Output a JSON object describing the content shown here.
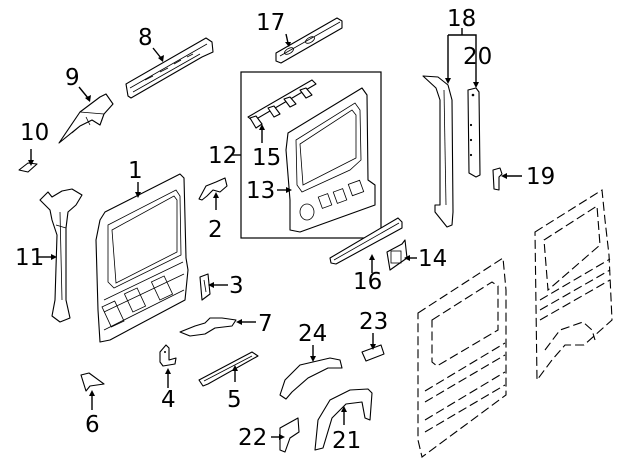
{
  "diagram": {
    "type": "exploded-parts-diagram",
    "subject": "Side panel assembly",
    "colors": {
      "line": "#000000",
      "background": "#ffffff"
    },
    "group_box": {
      "callout": "12",
      "contains": [
        "13",
        "15"
      ]
    },
    "group_bracket": {
      "callout": "18",
      "contains": [
        "18-pillar",
        "20"
      ]
    },
    "callouts": [
      {
        "id": "1",
        "label": "1",
        "part": "side-panel-inner"
      },
      {
        "id": "2",
        "label": "2",
        "part": "bracket"
      },
      {
        "id": "3",
        "label": "3",
        "part": "bracket"
      },
      {
        "id": "4",
        "label": "4",
        "part": "l-bracket"
      },
      {
        "id": "5",
        "label": "5",
        "part": "floor-rail"
      },
      {
        "id": "6",
        "label": "6",
        "part": "gusset"
      },
      {
        "id": "7",
        "label": "7",
        "part": "reinforcement"
      },
      {
        "id": "8",
        "label": "8",
        "part": "roof-rail"
      },
      {
        "id": "9",
        "label": "9",
        "part": "pillar-reinforcement"
      },
      {
        "id": "10",
        "label": "10",
        "part": "clip"
      },
      {
        "id": "11",
        "label": "11",
        "part": "b-pillar"
      },
      {
        "id": "12",
        "label": "12",
        "part": "panel-assembly-group"
      },
      {
        "id": "13",
        "label": "13",
        "part": "side-panel-rear"
      },
      {
        "id": "14",
        "label": "14",
        "part": "bracket"
      },
      {
        "id": "15",
        "label": "15",
        "part": "hanger-rail"
      },
      {
        "id": "16",
        "label": "16",
        "part": "lower-rail"
      },
      {
        "id": "17",
        "label": "17",
        "part": "upper-rail"
      },
      {
        "id": "18",
        "label": "18",
        "part": "pillar-group"
      },
      {
        "id": "19",
        "label": "19",
        "part": "clip"
      },
      {
        "id": "20",
        "label": "20",
        "part": "pillar-inner"
      },
      {
        "id": "21",
        "label": "21",
        "part": "wheelhouse-outer"
      },
      {
        "id": "22",
        "label": "22",
        "part": "bracket"
      },
      {
        "id": "23",
        "label": "23",
        "part": "bracket"
      },
      {
        "id": "24",
        "label": "24",
        "part": "wheelhouse-inner"
      }
    ],
    "reference_panels": [
      "side-panel-outer-front-dashed",
      "side-panel-outer-rear-dashed"
    ]
  }
}
